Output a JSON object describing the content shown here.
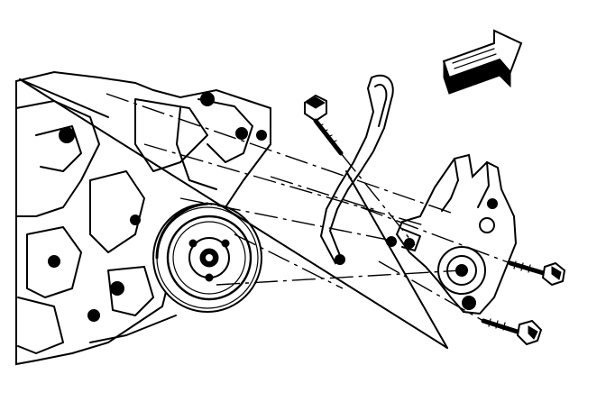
{
  "figure": {
    "kind": "exploded-assembly-line-drawing",
    "direction_indicator": "front-of-vehicle-arrow-icon",
    "components": [
      "engine-block",
      "ac-compressor",
      "compressor-clutch-pulley",
      "mounting-bracket",
      "brace",
      "bracket-bolt-upper",
      "bracket-bolt-lower",
      "brace-bolt"
    ],
    "colors": {
      "ink": "#000000",
      "background": "#ffffff"
    }
  }
}
